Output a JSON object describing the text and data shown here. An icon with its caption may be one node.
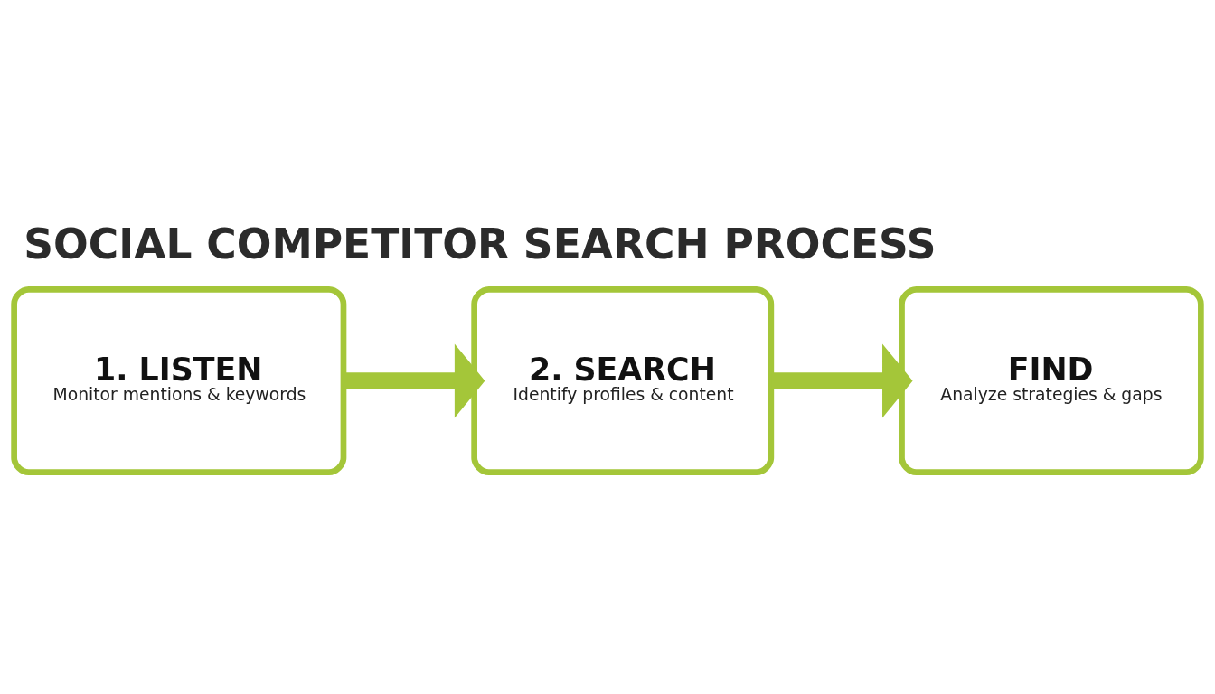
{
  "diagram": {
    "title": "SOCIAL COMPETITOR SEARCH PROCESS",
    "nodes": [
      {
        "text": [
          "1. LISTEN",
          "Monitor mentions & keywords"
        ]
      },
      {
        "text": [
          "2. SEARCH",
          "Identify profiles & content"
        ]
      },
      {
        "text": [
          "FIND",
          "Analyze strategies & gaps"
        ]
      }
    ],
    "edges": [
      {
        "from": 0,
        "to": 1,
        "arrow": "to"
      },
      {
        "from": 1,
        "to": 2,
        "arrow": "to"
      }
    ]
  }
}
